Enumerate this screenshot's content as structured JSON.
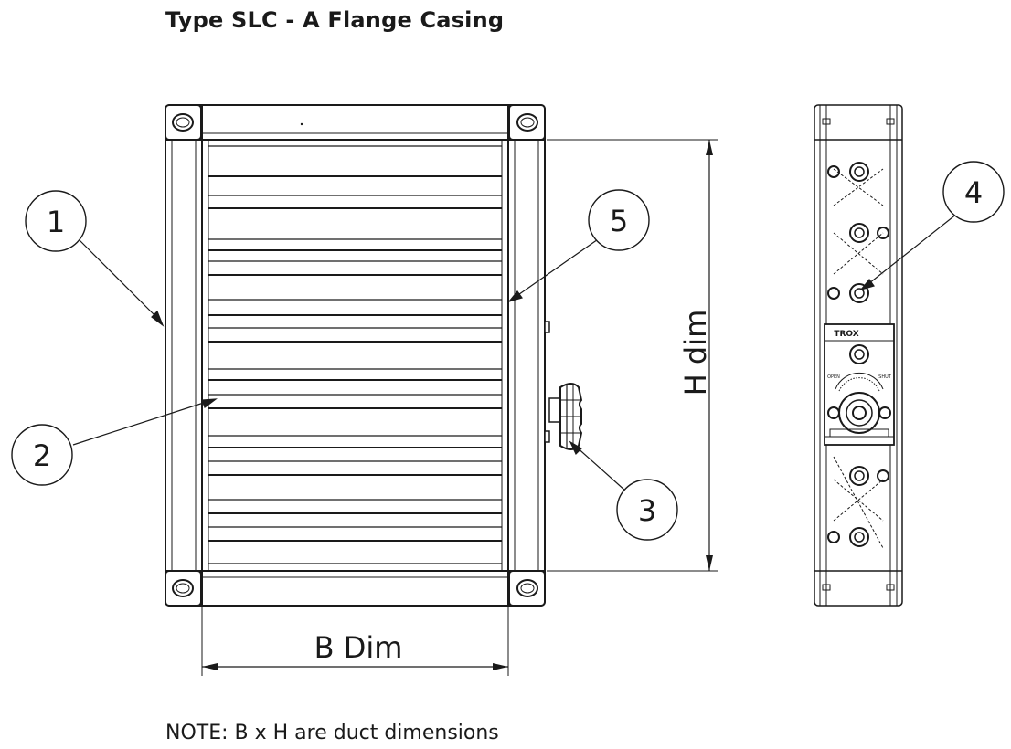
{
  "title": "Type SLC - A Flange Casing",
  "note": "NOTE: B x H are duct dimensions",
  "dimensions": {
    "width_label": "B Dim",
    "height_label": "H dim"
  },
  "callouts": [
    {
      "number": "1"
    },
    {
      "number": "2"
    },
    {
      "number": "3"
    },
    {
      "number": "4"
    },
    {
      "number": "5"
    }
  ],
  "side_view": {
    "brand_text": "TROX",
    "open_text": "OPEN",
    "shut_text": "SHUT"
  }
}
